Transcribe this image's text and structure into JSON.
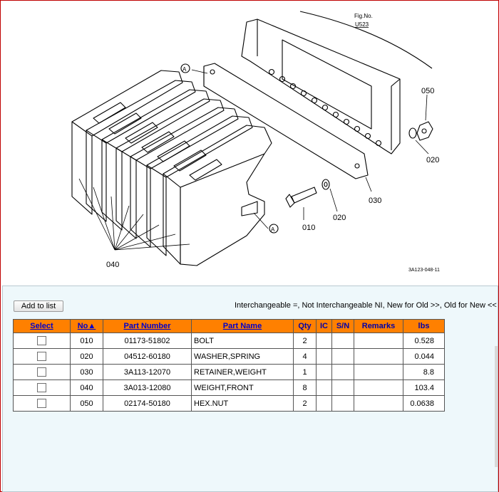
{
  "diagram": {
    "fig_no": "Fig.No.",
    "fig_code": "U523",
    "ref_code": "3A123-048-11",
    "callouts": [
      "040",
      "010",
      "020",
      "030",
      "050",
      "020"
    ],
    "section_mark": "A"
  },
  "toolbar": {
    "add_label": "Add to list",
    "legend": "Interchangeable =, Not Interchangeable NI, New for Old >>, Old for New <<"
  },
  "table": {
    "headers": [
      "Select",
      "No▲",
      "Part Number",
      "Part Name",
      "Qty",
      "IC",
      "S/N",
      "Remarks",
      "lbs"
    ],
    "rows": [
      {
        "no": "010",
        "part_number": "01173-51802",
        "part_name": "BOLT",
        "qty": "2",
        "ic": "",
        "sn": "",
        "remarks": "",
        "lbs": "0.528"
      },
      {
        "no": "020",
        "part_number": "04512-60180",
        "part_name": "WASHER,SPRING",
        "qty": "4",
        "ic": "",
        "sn": "",
        "remarks": "",
        "lbs": "0.044"
      },
      {
        "no": "030",
        "part_number": "3A113-12070",
        "part_name": "RETAINER,WEIGHT",
        "qty": "1",
        "ic": "",
        "sn": "",
        "remarks": "",
        "lbs": "8.8"
      },
      {
        "no": "040",
        "part_number": "3A013-12080",
        "part_name": "WEIGHT,FRONT",
        "qty": "8",
        "ic": "",
        "sn": "",
        "remarks": "",
        "lbs": "103.4"
      },
      {
        "no": "050",
        "part_number": "02174-50180",
        "part_name": "HEX.NUT",
        "qty": "2",
        "ic": "",
        "sn": "",
        "remarks": "",
        "lbs": "0.0638"
      }
    ]
  }
}
